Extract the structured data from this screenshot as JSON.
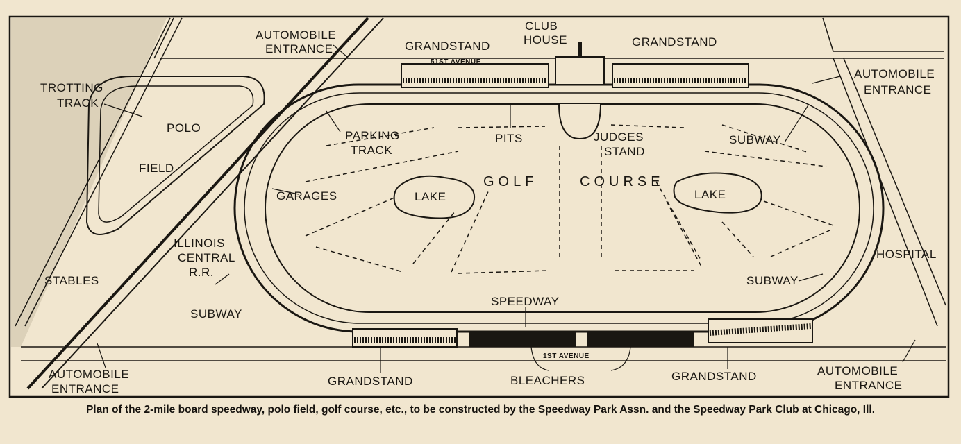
{
  "labels": {
    "trotting_track": [
      "TROTTING",
      "TRACK"
    ],
    "polo": "POLO",
    "field": "FIELD",
    "auto_entrance_top": [
      "AUTOMOBILE",
      "ENTRANCE"
    ],
    "grandstand_top_left": "GRANDSTAND",
    "club_house": [
      "CLUB",
      "HOUSE"
    ],
    "grandstand_top_right": "GRANDSTAND",
    "auto_entrance_right": [
      "AUTOMOBILE",
      "ENTRANCE"
    ],
    "street_51st": "51ST AVENUE",
    "parking_track": [
      "PARKING",
      "TRACK"
    ],
    "pits": "PITS",
    "judges_stand": [
      "JUDGES",
      "STAND"
    ],
    "subway_top": "SUBWAY",
    "garages": "GARAGES",
    "lake_left": "LAKE",
    "golf": "GOLF",
    "course": "COURSE",
    "lake_right": "LAKE",
    "illinois_central": [
      "ILLINOIS",
      "CENTRAL",
      "R.R."
    ],
    "stables": "STABLES",
    "subway_left": "SUBWAY",
    "speedway": "SPEEDWAY",
    "hospital": "HOSPITAL",
    "subway_right": "SUBWAY",
    "first_avenue": "1ST AVENUE",
    "auto_entrance_bottom_left": [
      "AUTOMOBILE",
      "ENTRANCE"
    ],
    "grandstand_bottom_left": "GRANDSTAND",
    "bleachers": "BLEACHERS",
    "grandstand_bottom_right": "GRANDSTAND",
    "auto_entrance_bottom_right": [
      "AUTOMOBILE",
      "ENTRANCE"
    ]
  },
  "caption": "Plan of the 2-mile board speedway, polo field, golf course, etc., to be constructed by the Speedway Park Assn. and the Speedway Park Club at Chicago, Ill.",
  "colors": {
    "paper": "#f1e6cf",
    "ink": "#1a1712",
    "shade": "#cbbfa8"
  }
}
